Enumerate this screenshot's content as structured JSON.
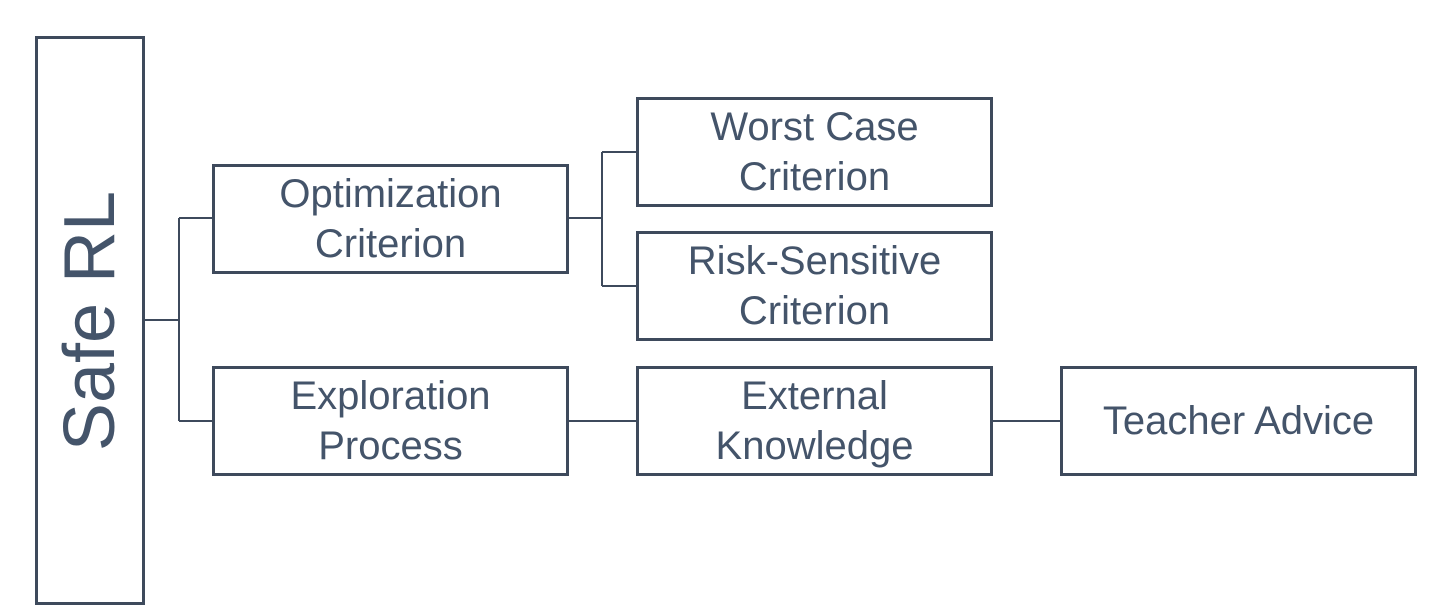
{
  "diagram": {
    "root": {
      "label": "Safe RL"
    },
    "optimization": {
      "label": "Optimization\nCriterion"
    },
    "worst_case": {
      "label": "Worst Case\nCriterion"
    },
    "risk_sensitive": {
      "label": "Risk-Sensitive\nCriterion"
    },
    "exploration": {
      "label": "Exploration\nProcess"
    },
    "external_knowledge": {
      "label": "External\nKnowledge"
    },
    "teacher_advice": {
      "label": "Teacher Advice"
    }
  },
  "colors": {
    "border": "#3e4a5c",
    "text": "#44546a",
    "background": "#ffffff"
  }
}
